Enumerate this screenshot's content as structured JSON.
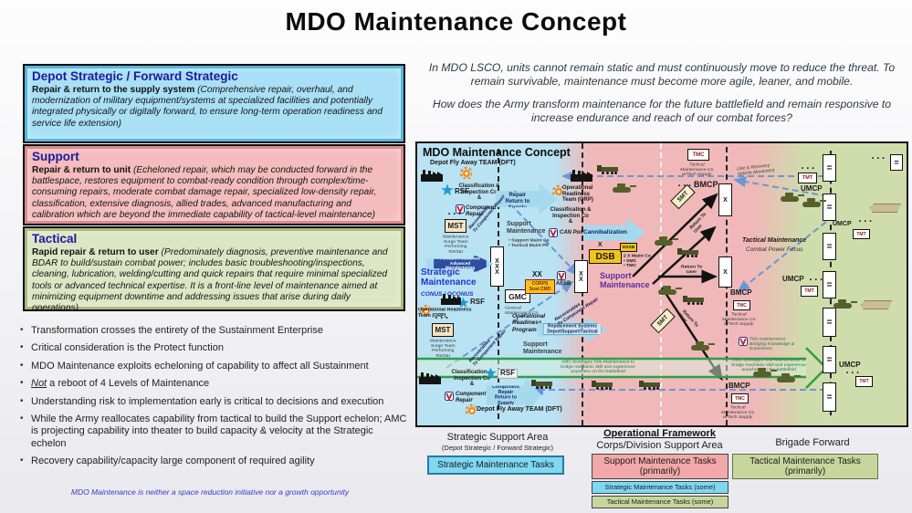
{
  "page_title": "MDO Maintenance Concept",
  "left_panel": {
    "boxes": [
      {
        "heading": "Depot Strategic / Forward Strategic",
        "lead": "Repair & return to the supply system ",
        "desc": "(Comprehensive repair, overhaul, and modernization of military equipment/systems at specialized facilities and potentially integrated physically or digitally forward, to ensure long-term operation readiness and service life extension)"
      },
      {
        "heading": "Support",
        "lead": "Repair & return to unit ",
        "desc": "(Echeloned repair, which may be conducted forward in the battlespace, restores equipment to combat-ready condition through complex/time-consuming repairs, moderate combat damage repair, specialized low-density repair, classification, extensive diagnosis, allied trades, advanced manufacturing and calibration which are beyond the immediate capability of tactical-level maintenance)"
      },
      {
        "heading": "Tactical",
        "lead": "Rapid repair & return to user ",
        "desc": "(Predominately diagnosis, preventive maintenance and BDAR to build/sustain combat power; includes basic troubleshooting/inspections, cleaning, lubrication, welding/cutting and quick repairs that require minimal specialized tools or advanced technical expertise. It is a front-line level of maintenance aimed at minimizing equipment downtime and addressing issues that arise during daily operations)"
      }
    ],
    "bullets": [
      "Transformation crosses the entirety of the Sustainment Enterprise",
      "Critical consideration is the Protect function",
      "MDO Maintenance exploits echeloning of capability to affect all Sustainment",
      "Understanding risk to implementation early is critical to decisions and execution",
      "While the Army reallocates capability from tactical to build the Support echelon; AMC is projecting capability into theater to build capacity & velocity at the Strategic echelon",
      "Recovery capability/capacity large component of required agility"
    ],
    "bullet_not": {
      "em": "Not",
      "rest": " a reboot of 4 Levels of Maintenance"
    },
    "footer": "MDO Maintenance is neither a space reduction initiative nor a growth opportunity"
  },
  "intro": {
    "p1": "In MDO LSCO, units cannot remain static and must continuously move to reduce the threat. To remain survivable, maintenance must become more agile, leaner, and mobile.",
    "p2": "How does the Army transform maintenance for the future battlefield and remain responsive to increase endurance and reach of our combat forces?"
  },
  "diagram": {
    "title": "MDO Maintenance Concept",
    "dft": "Depot Fly Away TEAM (DFT)",
    "rsf": "RSF",
    "class_insp": "Classification &\nInspection Co\n&",
    "component_repair": "Component Repair",
    "component_repair2": "Component\nRepair",
    "crrs": "Component Repair\nReturn to Supply",
    "ort": "Operational Readiness\nTeam (ORP)",
    "mst": "MST",
    "mst_label": "Maintenance\nSurge Team\nPerforming\nRSO&I",
    "dots": "• • •",
    "support_maintenance": "Support\nMaintenance",
    "support_maint_sub": "• Support Maint Co\n• Tactical Maint Plt",
    "recoverables": "Recoverables\nTo Component Repair",
    "fwd_manufacturing": "Forward Positioned\nAdvanced Manufacturing",
    "strategic_maintenance": "Strategic\nMaintenance",
    "conus": "CONUS / OCONUS",
    "gmc": "GMC",
    "gmc_label": "General\nMaintenance Co",
    "xx": "XX",
    "corps": "CORPS\nSust CMD",
    "afsb": "AFSB",
    "orp_program": "Operational\nReadiness\nProgram",
    "replacement": "Replacement Systems\nDepot/Support/Tactical",
    "tele_band": "AMC leverages Tele-Maintenance to\nbridge mechanic skill and experience\nanywhere on the battlefield",
    "tele_bridge": "Tele-maintenance\nBridging Knowledge &\nExperience",
    "can_point": "CAN Point",
    "cannibalization": "Cannibalization",
    "dsb_x": "X",
    "dsb": "DSB",
    "dssb": "DSSB",
    "dsb_sub": "2 X Maint Co\n• SMC\n• TMC",
    "return_to_user": "Return To\nUser",
    "smt": "SMT",
    "tmc": "TMC",
    "tmc_label": "Tactical\nMaintenance Co\nw/Tech Supply",
    "bmcp": "BMCP",
    "umcp": "UMCP",
    "tmt": "TMT",
    "like_recovery": "Like & Recovery\nVehicle Movement",
    "tactical_maintenance": "Tactical Maintenance",
    "combat_power": "Combat Power Focus",
    "xxx": "XXX",
    "x": "X",
    "eq": "="
  },
  "framework": {
    "area1_title": "Strategic Support Area",
    "area1_sub": "(Depot Strategic / Forward Strategic)",
    "area1_box": "Strategic Maintenance Tasks",
    "header": "Operational Framework",
    "area2_title": "Corps/Division Support Area",
    "area2_box1": "Support Maintenance Tasks\n(primarily)",
    "area2_box2": "Strategic Maintenance Tasks (some)",
    "area2_box3": "Tactical Maintenance Tasks (some)",
    "area3_title": "Brigade Forward",
    "area3_box": "Tactical Maintenance Tasks\n(primarily)"
  },
  "colors": {
    "zone_strategic": "#b9e2f2",
    "zone_support": "#f0b8b8",
    "zone_tactical": "#cfdcab",
    "heading_blue": "#1b1b9e",
    "support_purple": "#5b2fa0",
    "tele_green": "#2f9e4a",
    "footer_blue": "#3a3acc",
    "task_blue": "#7fd8f2",
    "task_pink": "#f2a8a8",
    "task_green": "#c8d69e",
    "accent_yellow": "#f2c41a"
  }
}
